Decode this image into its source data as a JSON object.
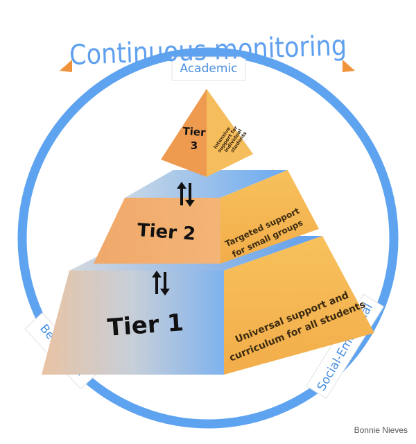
{
  "title": "Continuous monitoring",
  "ring_labels": {
    "top": "Academic",
    "left": "Behavioral",
    "right": "Social-Emotional"
  },
  "tiers": [
    {
      "name": "Tier 1",
      "description_lines": [
        "Universal support and",
        "curriculum for all students"
      ]
    },
    {
      "name": "Tier 2",
      "description_lines": [
        "Targeted support",
        "for small groups"
      ]
    },
    {
      "name_lines": [
        "Tier",
        "3"
      ],
      "description_lines": [
        "Intensive",
        "support for",
        "individual",
        "students"
      ]
    }
  ],
  "credit": "Bonnie Nieves",
  "colors": {
    "ring": "#5ea3f0",
    "title": "#5fa0ef",
    "arrow_heads": "#f0933a",
    "tier_front": "#f0a867",
    "tier_side": "#f5b554",
    "tier_top": "#8fc0f3",
    "tier3_front": "#ee9a4f"
  },
  "icons": [
    "up-down-arrow-icon",
    "up-down-arrow-icon"
  ]
}
